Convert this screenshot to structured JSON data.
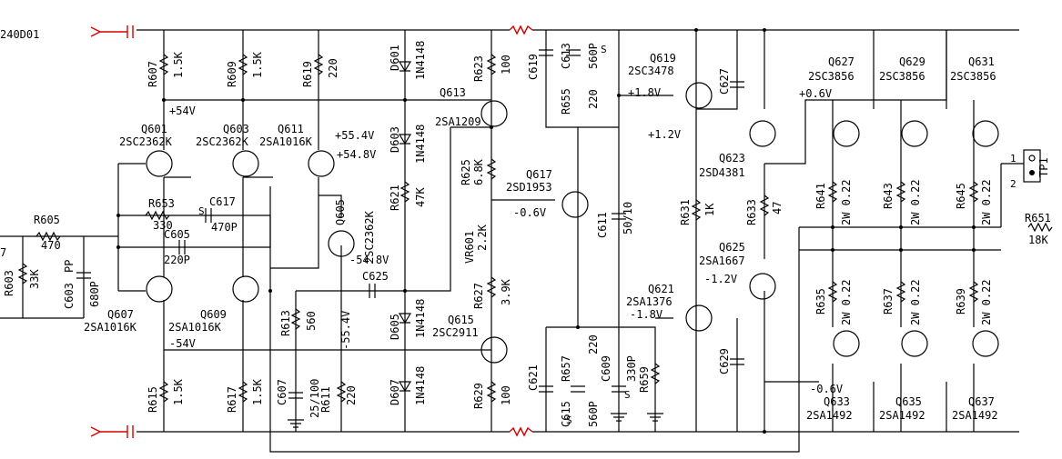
{
  "sheet_ref": "240D01",
  "connector": {
    "name": "TP1",
    "pin1": "1",
    "pin2": "2"
  },
  "rail_labels": [
    "+54V",
    "-54V",
    "+55.4V",
    "+54.8V",
    "-54.8V",
    "-55.4V",
    "+1.8V",
    "+1.2V",
    "-1.2V",
    "-1.8V",
    "-0.6V",
    "+0.6V",
    "-0.6V"
  ],
  "transistors": [
    {
      "ref": "Q601",
      "part": "2SC2362K"
    },
    {
      "ref": "Q603",
      "part": "2SC2362K"
    },
    {
      "ref": "Q611",
      "part": "2SA1016K"
    },
    {
      "ref": "Q605",
      "part": "2SC2362K"
    },
    {
      "ref": "Q607",
      "part": "2SA1016K"
    },
    {
      "ref": "Q609",
      "part": "2SA1016K"
    },
    {
      "ref": "Q613",
      "part": "2SA1209"
    },
    {
      "ref": "Q615",
      "part": "2SC2911"
    },
    {
      "ref": "Q617",
      "part": "2SD1953"
    },
    {
      "ref": "Q619",
      "part": "2SC3478"
    },
    {
      "ref": "Q621",
      "part": "2SA1376"
    },
    {
      "ref": "Q623",
      "part": "2SD4381"
    },
    {
      "ref": "Q625",
      "part": "2SA1667"
    },
    {
      "ref": "Q627",
      "part": "2SC3856"
    },
    {
      "ref": "Q629",
      "part": "2SC3856"
    },
    {
      "ref": "Q631",
      "part": "2SC3856"
    },
    {
      "ref": "Q633",
      "part": "2SA1492"
    },
    {
      "ref": "Q635",
      "part": "2SA1492"
    },
    {
      "ref": "Q637",
      "part": "2SA1492"
    }
  ],
  "resistors": [
    {
      "ref": "R607",
      "value": "1.5K"
    },
    {
      "ref": "R609",
      "value": "1.5K"
    },
    {
      "ref": "R619",
      "value": "220"
    },
    {
      "ref": "R623",
      "value": "100"
    },
    {
      "ref": "R655",
      "value": "220"
    },
    {
      "ref": "R625",
      "value": "6.8K"
    },
    {
      "ref": "R621",
      "value": "47K"
    },
    {
      "ref": "R653",
      "value": "330"
    },
    {
      "ref": "R605",
      "value": "470"
    },
    {
      "ref": "R603",
      "value": "33K"
    },
    {
      "ref": "R627",
      "value": "3.9K"
    },
    {
      "ref": "R613",
      "value": "560"
    },
    {
      "ref": "R615",
      "value": "1.5K"
    },
    {
      "ref": "R617",
      "value": "1.5K"
    },
    {
      "ref": "R611",
      "value": "220"
    },
    {
      "ref": "R629",
      "value": "100"
    },
    {
      "ref": "R657",
      "value": "220"
    },
    {
      "ref": "R659",
      "value": ""
    },
    {
      "ref": "R631",
      "value": "1K"
    },
    {
      "ref": "R633",
      "value": "47"
    },
    {
      "ref": "R641",
      "value": "2W 0.22"
    },
    {
      "ref": "R643",
      "value": "2W 0.22"
    },
    {
      "ref": "R645",
      "value": "2W 0.22"
    },
    {
      "ref": "R635",
      "value": "2W 0.22"
    },
    {
      "ref": "R637",
      "value": "2W 0.22"
    },
    {
      "ref": "R639",
      "value": "2W 0.22"
    },
    {
      "ref": "R651",
      "value": "18K"
    }
  ],
  "capacitors": [
    {
      "ref": "C619",
      "value": ""
    },
    {
      "ref": "C613",
      "value": "560P"
    },
    {
      "ref": "C617",
      "value": "470P"
    },
    {
      "ref": "C605",
      "value": "220P"
    },
    {
      "ref": "C603",
      "value": "680P"
    },
    {
      "ref": "C625",
      "value": ""
    },
    {
      "ref": "C611",
      "value": "50/10"
    },
    {
      "ref": "C627",
      "value": ""
    },
    {
      "ref": "C607",
      "value": "25/100"
    },
    {
      "ref": "C621",
      "value": ""
    },
    {
      "ref": "C615",
      "value": "560P"
    },
    {
      "ref": "C609",
      "value": "330P"
    },
    {
      "ref": "C629",
      "value": ""
    }
  ],
  "diodes": [
    {
      "ref": "D601",
      "part": "1N4148"
    },
    {
      "ref": "D603",
      "part": "1N4148"
    },
    {
      "ref": "D605",
      "part": "1N4148"
    },
    {
      "ref": "D607",
      "part": "1N4148"
    }
  ],
  "vr": {
    "ref": "VR601",
    "value": "2.2K"
  },
  "misc_marks": [
    "S",
    "S",
    "S",
    "S",
    "PP",
    "7"
  ]
}
